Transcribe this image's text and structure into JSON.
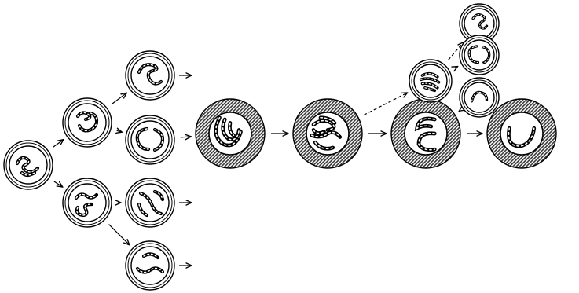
{
  "diagram": {
    "type": "cell-division-lineage",
    "labels": [],
    "colors": {
      "stroke": "#000000",
      "background": "#ffffff",
      "hatch_dark": "#4a4a4a",
      "hatch_light": "#ffffff"
    },
    "nodes": [
      {
        "id": "n1",
        "kind": "small-cell",
        "chromatin": "coiled"
      },
      {
        "id": "n2",
        "kind": "small-cell",
        "chromatin": "loops"
      },
      {
        "id": "n3",
        "kind": "small-cell",
        "chromatin": "loose"
      },
      {
        "id": "n4",
        "kind": "small-cell",
        "chromatin": "crescent"
      },
      {
        "id": "n5",
        "kind": "small-cell",
        "chromatin": "ring"
      },
      {
        "id": "n6",
        "kind": "small-cell",
        "chromatin": "twisted"
      },
      {
        "id": "n7",
        "kind": "small-cell",
        "chromatin": "band"
      },
      {
        "id": "n8",
        "kind": "large-cell",
        "chromatin": "nested-arcs"
      },
      {
        "id": "n9",
        "kind": "large-cell",
        "chromatin": "dense-tangle"
      },
      {
        "id": "n10",
        "kind": "large-cell",
        "chromatin": "double-arc"
      },
      {
        "id": "n11",
        "kind": "large-cell",
        "chromatin": "single-arc"
      },
      {
        "id": "n12",
        "kind": "small-cell",
        "chromatin": "striped"
      },
      {
        "id": "n13",
        "kind": "small-cell",
        "chromatin": "hook"
      },
      {
        "id": "n14",
        "kind": "small-cell",
        "chromatin": "ring"
      },
      {
        "id": "n15",
        "kind": "small-cell",
        "chromatin": "arch"
      }
    ],
    "edges": [
      {
        "from": "n1",
        "to": "n2",
        "style": "solid"
      },
      {
        "from": "n1",
        "to": "n3",
        "style": "solid"
      },
      {
        "from": "n2",
        "to": "n4",
        "style": "solid"
      },
      {
        "from": "n2",
        "to": "n5",
        "style": "solid"
      },
      {
        "from": "n3",
        "to": "n6",
        "style": "solid"
      },
      {
        "from": "n3",
        "to": "n7",
        "style": "solid"
      },
      {
        "from": "n5",
        "to": "n8",
        "style": "solid"
      },
      {
        "from": "n8",
        "to": "n9",
        "style": "solid"
      },
      {
        "from": "n9",
        "to": "n10",
        "style": "solid"
      },
      {
        "from": "n10",
        "to": "n11",
        "style": "solid"
      },
      {
        "from": "n9",
        "to": "n12",
        "style": "dashed"
      },
      {
        "from": "n12",
        "to": "n13",
        "style": "dashed"
      },
      {
        "from": "n12",
        "to": "n14",
        "style": "dashed"
      },
      {
        "from": "n10",
        "to": "n15",
        "style": "dashed"
      }
    ],
    "open_outputs": [
      "n4",
      "n6",
      "n7"
    ]
  }
}
